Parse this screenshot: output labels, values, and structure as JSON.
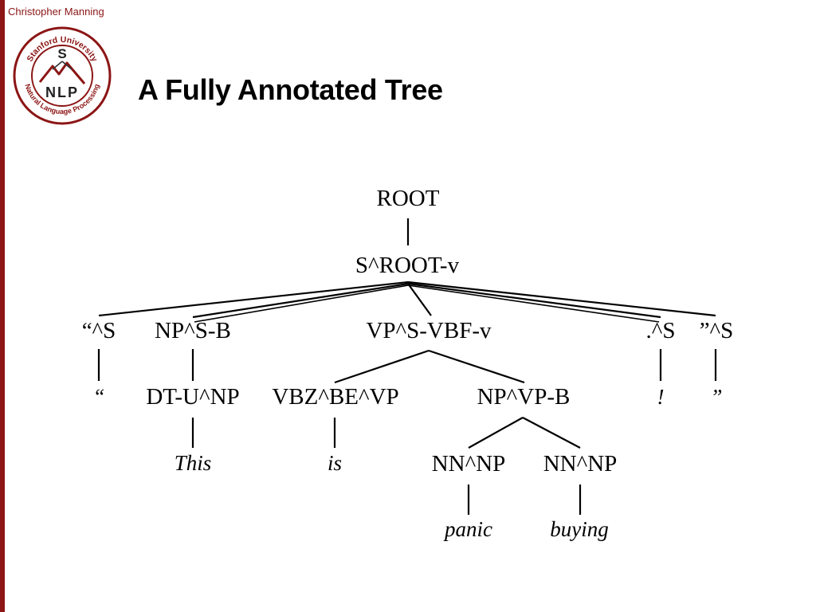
{
  "slide": {
    "author": "Christopher Manning",
    "title": "A Fully Annotated Tree"
  },
  "logo": {
    "ring_text_top": "Stanford University",
    "ring_text_bottom": "Natural Language Processing",
    "center_letter": "S",
    "center_text": "NLP",
    "color": "#8c1515"
  },
  "tree": {
    "root": "ROOT",
    "s": "S^ROOT-v",
    "open_quote": "“^S",
    "np_subj": "NP^S-B",
    "vp": "VP^S-VBF-v",
    "period": ".^S",
    "close_quote": "”^S",
    "open_quote_word": "“",
    "dt": "DT-U^NP",
    "vbz": "VBZ^BE^VP",
    "np_obj": "NP^VP-B",
    "bang_word": "!",
    "close_quote_word": "”",
    "this_word": "This",
    "is_word": "is",
    "nn1": "NN^NP",
    "nn2": "NN^NP",
    "panic_word": "panic",
    "buying_word": "buying"
  },
  "colors": {
    "accent": "#8c1515",
    "text": "#000000"
  }
}
